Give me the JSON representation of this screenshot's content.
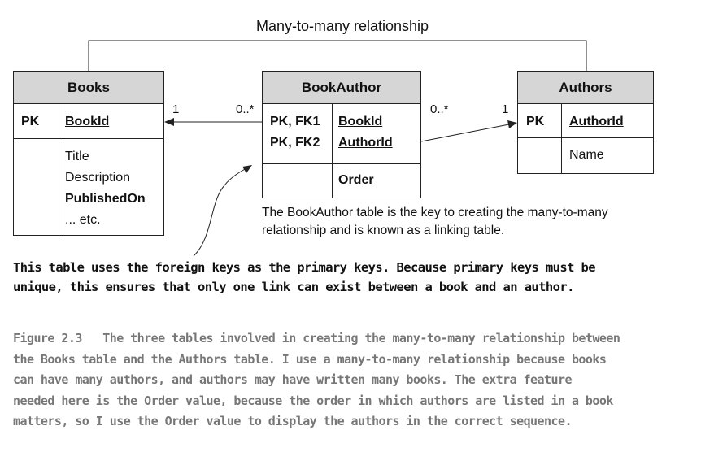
{
  "diagram": {
    "relationship_label": "Many-to-many relationship",
    "books": {
      "header": "Books",
      "pk_label": "PK",
      "pk_field": "BookId",
      "fields": [
        "Title",
        "Description",
        "PublishedOn",
        "... etc."
      ]
    },
    "bookauthor": {
      "header": "BookAuthor",
      "key_labels": [
        "PK, FK1",
        "PK, FK2"
      ],
      "key_fields": [
        "BookId",
        "AuthorId"
      ],
      "other_field": "Order"
    },
    "authors": {
      "header": "Authors",
      "pk_label": "PK",
      "pk_field": "AuthorId",
      "fields": [
        "Name"
      ]
    },
    "cardinality": {
      "books_side": "1",
      "bookauthor_left": "0..*",
      "bookauthor_right": "0..*",
      "authors_side": "1"
    },
    "linking_note": [
      "The BookAuthor table is the key to creating the many-to-many",
      "relationship and is known as a linking table."
    ],
    "pk_note": [
      "This table uses the foreign keys as the primary keys. Because primary keys must be",
      "unique, this ensures that only one link can exist between a book and an author."
    ]
  },
  "caption": {
    "lines": [
      "Figure 2.3   The three tables involved in creating the many-to-many relationship between",
      "the Books table and the Authors table. I use a many-to-many relationship because books",
      "can have many authors, and authors may have written many books. The extra feature",
      "needed here is the Order value, because the order in which authors are listed in a book",
      "matters, so I use the Order value to display the authors in the correct sequence."
    ]
  }
}
